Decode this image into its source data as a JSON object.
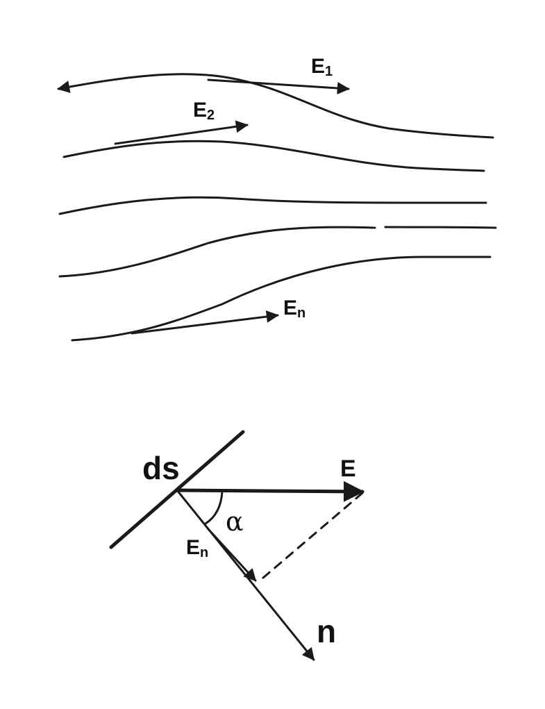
{
  "field_lines": {
    "labels": {
      "e1": {
        "main": "E",
        "sub": "1"
      },
      "e2": {
        "main": "E",
        "sub": "2"
      },
      "en": {
        "main": "E",
        "sub": "n"
      }
    }
  },
  "flux_element": {
    "labels": {
      "ds": "ds",
      "e": "E",
      "alpha": "α",
      "en": {
        "main": "E",
        "sub": "n"
      },
      "n": "n"
    }
  },
  "colors": {
    "ink": "#1a1a1a",
    "background": "#ffffff"
  }
}
